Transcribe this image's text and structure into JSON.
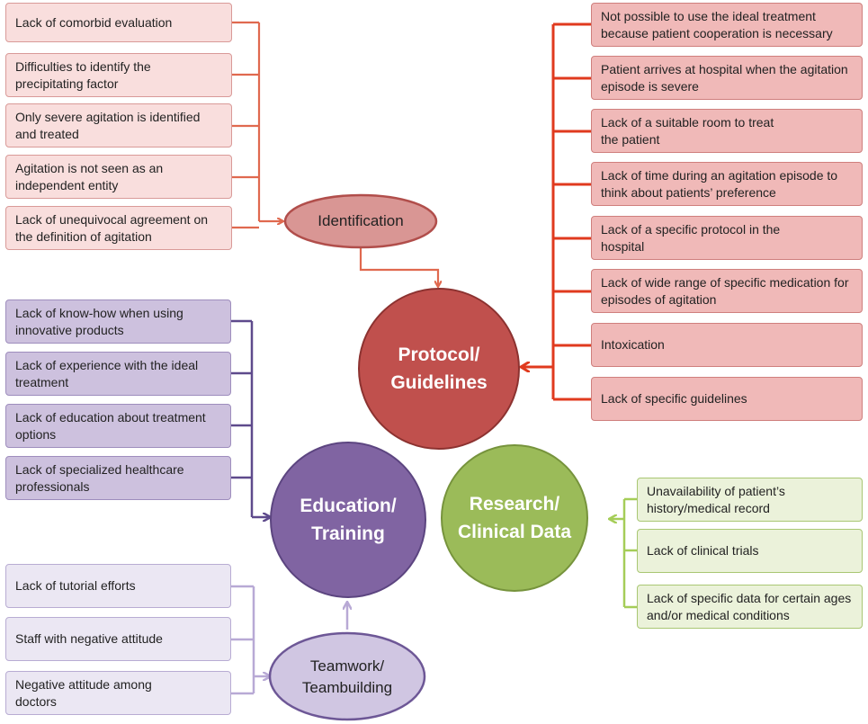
{
  "identification": {
    "label": "Identification",
    "items": [
      "Lack of comorbid evaluation",
      "Difficulties to identify the precipitating factor",
      "Only severe agitation is identified and treated",
      "Agitation is not seen as an independent entity",
      "Lack of unequivocal agreement on the definition of agitation"
    ]
  },
  "protocol": {
    "label": "Protocol/ Guidelines",
    "items": [
      "Not possible to use the ideal treatment because patient cooperation is necessary",
      "Patient arrives at hospital when the agitation episode is severe",
      "Lack of a suitable room to treat the patient",
      "Lack of time during an agitation episode to think about patients’ preference",
      "Lack of a specific protocol in the hospital",
      "Lack of wide range of specific medication for episodes of agitation",
      "Intoxication",
      "Lack of specific guidelines"
    ]
  },
  "education": {
    "label": "Education/ Training",
    "items": [
      "Lack of know-how when using innovative products",
      "Lack of experience with the ideal treatment",
      "Lack of education about treatment options",
      "Lack of specialized healthcare professionals"
    ]
  },
  "research": {
    "label": "Research/ Clinical Data",
    "items": [
      "Unavailability of patient’s history/medical record",
      "Lack of clinical trials",
      "Lack of specific data for certain ages and/or medical conditions"
    ]
  },
  "teamwork": {
    "label": "Teamwork/ Teambuilding",
    "items": [
      "Lack of tutorial efforts",
      "Staff with negative attitude",
      "Negative attitude among doctors"
    ]
  },
  "colors": {
    "identification_line": "#e0694f",
    "protocol_line": "#e03a1e",
    "education_line": "#5e4a8c",
    "research_line": "#a5cd58",
    "teamwork_line": "#b8a9d5",
    "protocol_circle": "#c0504d",
    "education_circle": "#8064a2",
    "research_circle": "#9bbb59",
    "identification_oval": "#d99694",
    "teamwork_oval": "#d0c6e2"
  }
}
